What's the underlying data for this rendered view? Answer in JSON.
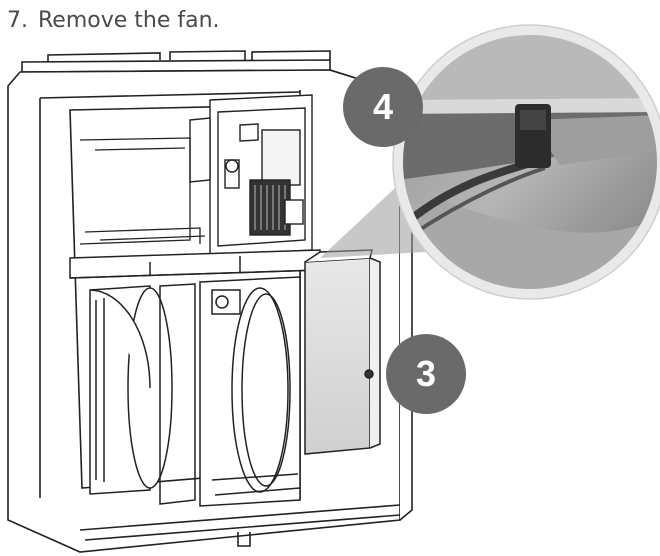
{
  "instruction": {
    "step_number": "7.",
    "text": "Remove the fan."
  },
  "callouts": {
    "a": "4",
    "b": "3"
  }
}
